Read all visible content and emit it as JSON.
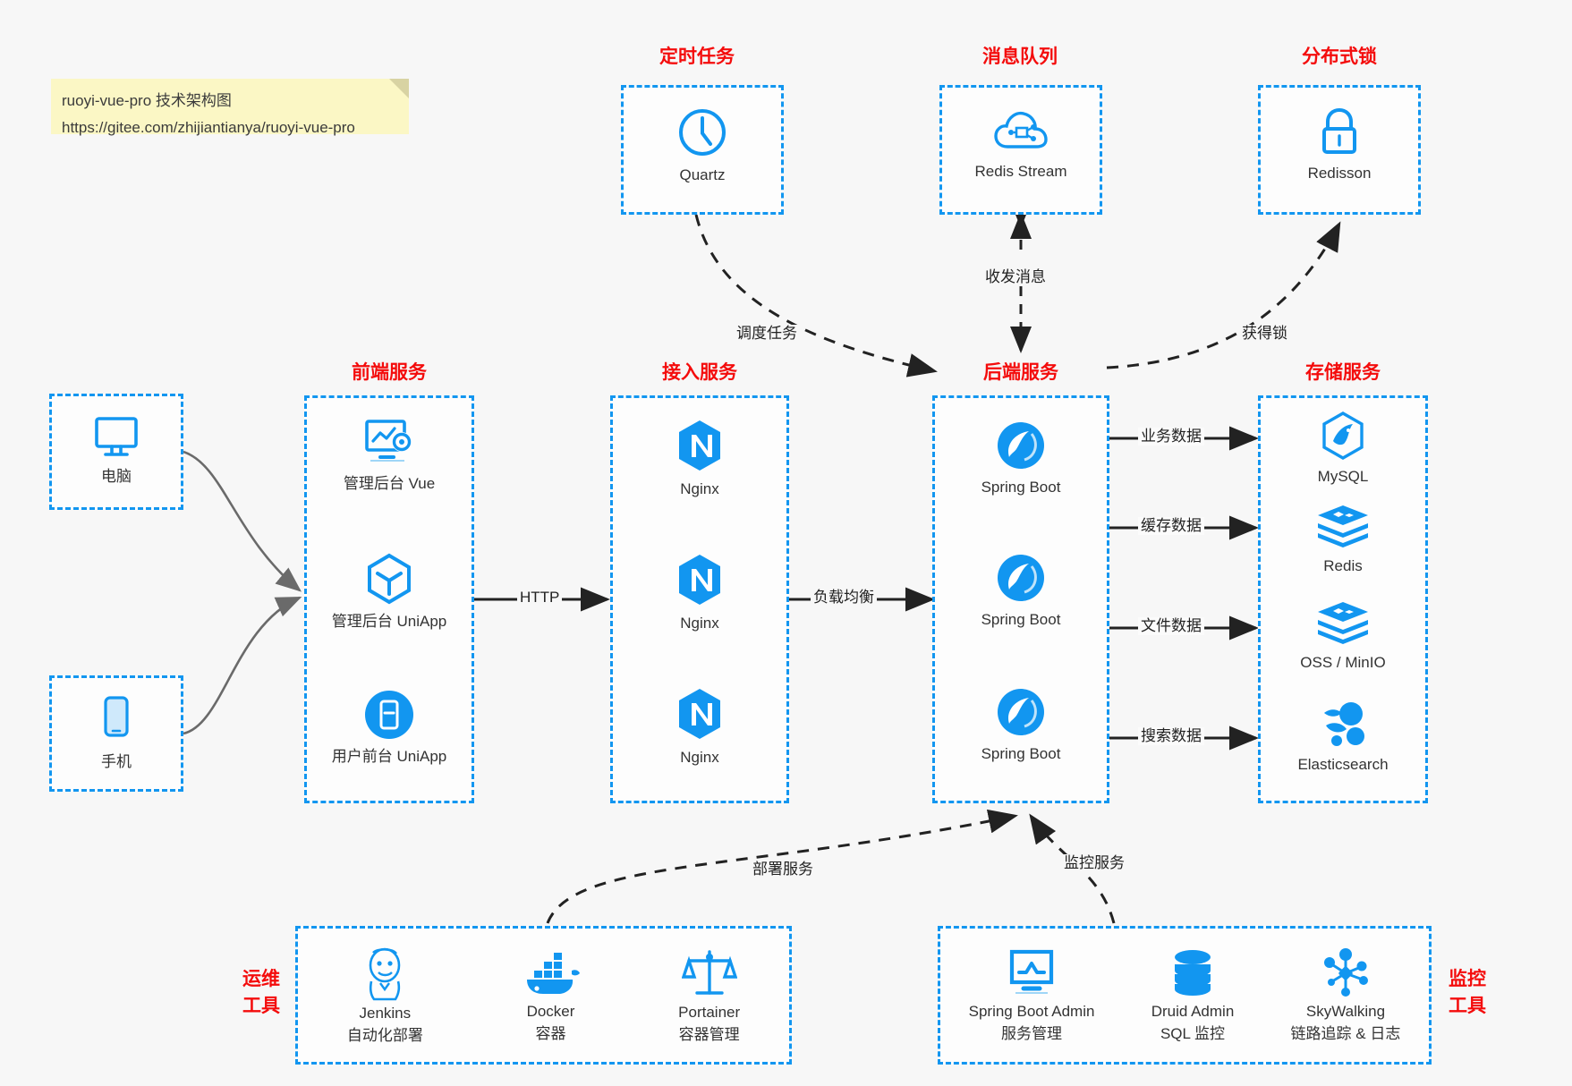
{
  "note": {
    "line1": "ruoyi-vue-pro 技术架构图",
    "line2": "https://gitee.com/zhijiantianya/ruoyi-vue-pro"
  },
  "colors": {
    "border": "#1296f0",
    "title": "#f40c0c",
    "icon": "#1296f0",
    "background": "#f7f7f7",
    "note": "#fbf7c5",
    "arrow": "#222222"
  },
  "groups": {
    "scheduler": {
      "title": "定时任务",
      "nodes": [
        {
          "label": "Quartz",
          "icon": "clock-icon"
        }
      ]
    },
    "mq": {
      "title": "消息队列",
      "nodes": [
        {
          "label": "Redis Stream",
          "icon": "cloud-stream-icon"
        }
      ]
    },
    "lock": {
      "title": "分布式锁",
      "nodes": [
        {
          "label": "Redisson",
          "icon": "lock-icon"
        }
      ]
    },
    "clients": {
      "pc": {
        "label": "电脑",
        "icon": "desktop-icon"
      },
      "mobile": {
        "label": "手机",
        "icon": "phone-icon"
      }
    },
    "frontend": {
      "title": "前端服务",
      "nodes": [
        {
          "label": "管理后台 Vue",
          "icon": "dashboard-gear-icon"
        },
        {
          "label": "管理后台 UniApp",
          "icon": "cube-icon"
        },
        {
          "label": "用户前台 UniApp",
          "icon": "mobile-app-icon"
        }
      ]
    },
    "gateway": {
      "title": "接入服务",
      "nodes": [
        {
          "label": "Nginx",
          "icon": "nginx-icon"
        },
        {
          "label": "Nginx",
          "icon": "nginx-icon"
        },
        {
          "label": "Nginx",
          "icon": "nginx-icon"
        }
      ]
    },
    "backend": {
      "title": "后端服务",
      "nodes": [
        {
          "label": "Spring Boot",
          "icon": "spring-boot-icon"
        },
        {
          "label": "Spring Boot",
          "icon": "spring-boot-icon"
        },
        {
          "label": "Spring Boot",
          "icon": "spring-boot-icon"
        }
      ]
    },
    "storage": {
      "title": "存储服务",
      "nodes": [
        {
          "label": "MySQL",
          "icon": "mysql-icon"
        },
        {
          "label": "Redis",
          "icon": "redis-icon"
        },
        {
          "label": "OSS / MinIO",
          "icon": "oss-icon"
        },
        {
          "label": "Elasticsearch",
          "icon": "elasticsearch-icon"
        }
      ]
    },
    "ops": {
      "title": "运维\n工具",
      "title_line1": "运维",
      "title_line2": "工具",
      "nodes": [
        {
          "label": "Jenkins",
          "sub": "自动化部署",
          "icon": "jenkins-icon"
        },
        {
          "label": "Docker",
          "sub": "容器",
          "icon": "docker-icon"
        },
        {
          "label": "Portainer",
          "sub": "容器管理",
          "icon": "scales-icon"
        }
      ]
    },
    "monitor": {
      "title_line1": "监控",
      "title_line2": "工具",
      "nodes": [
        {
          "label": "Spring Boot Admin",
          "sub": "服务管理",
          "icon": "monitor-chart-icon"
        },
        {
          "label": "Druid Admin",
          "sub": "SQL 监控",
          "icon": "database-icon"
        },
        {
          "label": "SkyWalking",
          "sub": "链路追踪 & 日志",
          "icon": "network-nodes-icon"
        }
      ]
    }
  },
  "edges": [
    {
      "id": "schedule-task",
      "label": "调度任务",
      "style": "dashed"
    },
    {
      "id": "send-receive-message",
      "label": "收发消息",
      "style": "dashed-bidirectional"
    },
    {
      "id": "acquire-lock",
      "label": "获得锁",
      "style": "dashed"
    },
    {
      "id": "http",
      "label": "HTTP",
      "style": "solid"
    },
    {
      "id": "load-balance",
      "label": "负载均衡",
      "style": "solid"
    },
    {
      "id": "business-data",
      "label": "业务数据",
      "style": "solid"
    },
    {
      "id": "cache-data",
      "label": "缓存数据",
      "style": "solid"
    },
    {
      "id": "file-data",
      "label": "文件数据",
      "style": "solid"
    },
    {
      "id": "search-data",
      "label": "搜索数据",
      "style": "solid"
    },
    {
      "id": "deploy-service",
      "label": "部署服务",
      "style": "dashed"
    },
    {
      "id": "monitor-service",
      "label": "监控服务",
      "style": "dashed"
    }
  ]
}
